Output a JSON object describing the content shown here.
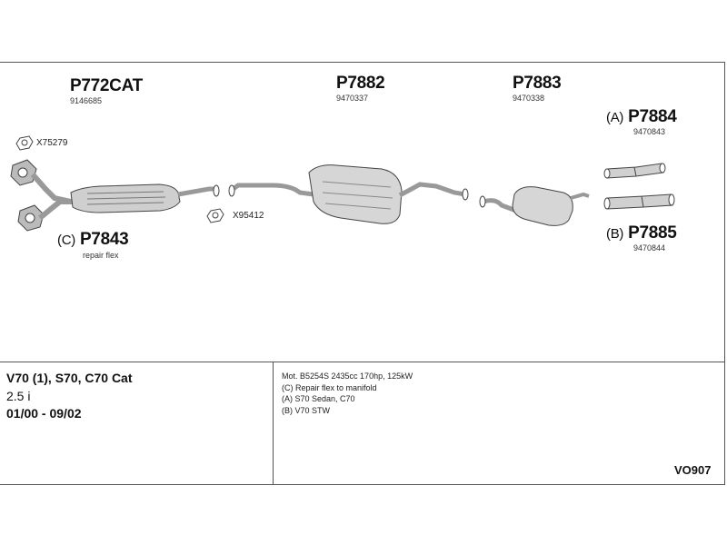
{
  "parts": {
    "p772cat": {
      "code": "P772CAT",
      "number": "9146685"
    },
    "p7882": {
      "code": "P7882",
      "number": "9470337"
    },
    "p7883": {
      "code": "P7883",
      "number": "9470338"
    },
    "p7884": {
      "prefix": "(A)",
      "code": "P7884",
      "number": "9470843"
    },
    "p7885": {
      "prefix": "(B)",
      "code": "P7885",
      "number": "9470844"
    },
    "p7843": {
      "prefix": "(C)",
      "code": "P7843",
      "note": "repair flex"
    }
  },
  "accessories": {
    "x75279": "X75279",
    "x95412": "X95412"
  },
  "vehicle": {
    "model": "V70 (1), S70, C70 Cat",
    "engine": "2.5 i",
    "dates": "01/00 - 09/02"
  },
  "notes": [
    "Mot. B5254S 2435cc 170hp, 125kW",
    "(C) Repair flex to manifold",
    "(A) S70 Sedan, C70",
    "(B) V70 STW"
  ],
  "diagram_code": "VO907"
}
